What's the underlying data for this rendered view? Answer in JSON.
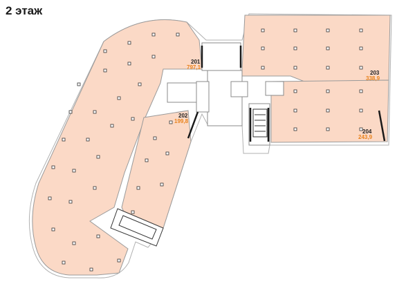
{
  "page_title": "2 этаж",
  "colors": {
    "fill": "#fbd9c6",
    "outline": "#9a9a9a",
    "wall": "#1a1a1a",
    "area_text": "#e8821c"
  },
  "units": [
    {
      "number": "201",
      "area": "797,1"
    },
    {
      "number": "202",
      "area": "199,8"
    },
    {
      "number": "203",
      "area": "338,9"
    },
    {
      "number": "204",
      "area": "243,9"
    }
  ]
}
